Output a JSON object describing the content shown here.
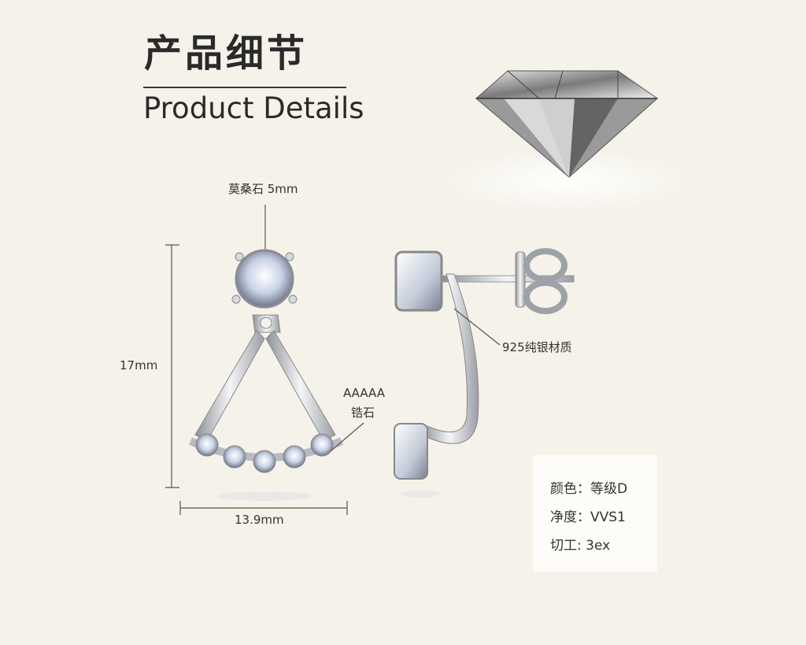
{
  "header": {
    "title_cn": "产品细节",
    "title_en": "Product Details"
  },
  "labels": {
    "moissanite": "莫桑石 5mm",
    "height": "17mm",
    "width": "13.9mm",
    "zircon_line1": "AAAAA",
    "zircon_line2": "锆石",
    "silver": "925纯银材质"
  },
  "specs": [
    {
      "text": "颜色：等级D"
    },
    {
      "text": "净度：VVS1"
    },
    {
      "text": "切工: 3ex"
    }
  ],
  "colors": {
    "background": "#f5f2ea",
    "metal": "#c9ccd1",
    "text": "#333333"
  },
  "icons": [
    "diamond-hero-image",
    "earring-front-image",
    "earring-side-image"
  ]
}
